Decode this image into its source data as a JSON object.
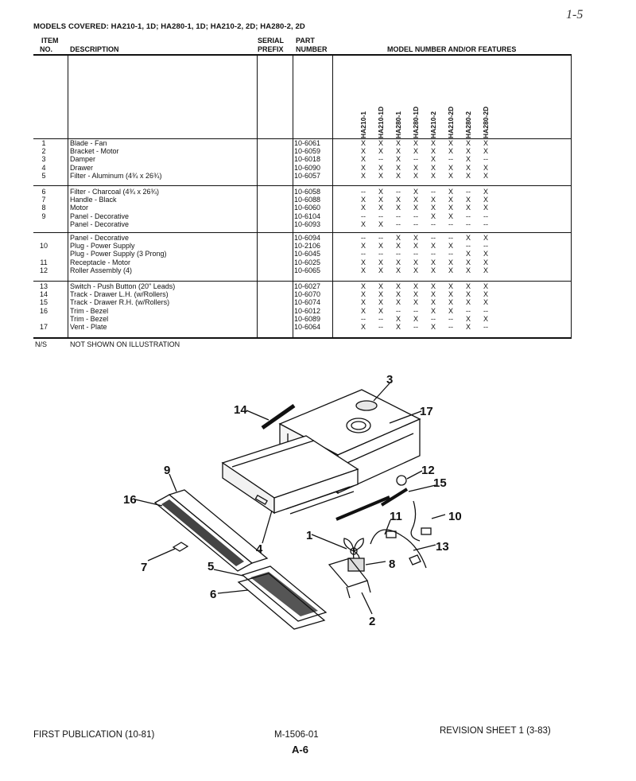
{
  "corner_note": "1-5",
  "models_covered": "MODELS COVERED: HA210-1, 1D; HA280-1, 1D; HA210-2, 2D; HA280-2, 2D",
  "headers": {
    "item": "ITEM",
    "no": "NO.",
    "description": "DESCRIPTION",
    "serial": "SERIAL",
    "prefix": "PREFIX",
    "part": "PART",
    "number": "NUMBER",
    "model": "MODEL NUMBER AND/OR FEATURES"
  },
  "models": [
    "HA210-1",
    "HA210-1D",
    "HA280-1",
    "HA280-1D",
    "HA210-2",
    "HA210-2D",
    "HA280-2",
    "HA280-2D"
  ],
  "rows": [
    {
      "no": "1",
      "desc": "Blade - Fan",
      "part": "10-6061",
      "marks": [
        "X",
        "X",
        "X",
        "X",
        "X",
        "X",
        "X",
        "X"
      ]
    },
    {
      "no": "2",
      "desc": "Bracket - Motor",
      "part": "10-6059",
      "marks": [
        "X",
        "X",
        "X",
        "X",
        "X",
        "X",
        "X",
        "X"
      ]
    },
    {
      "no": "3",
      "desc": "Damper",
      "part": "10-6018",
      "marks": [
        "X",
        "--",
        "X",
        "--",
        "X",
        "--",
        "X",
        "--"
      ]
    },
    {
      "no": "4",
      "desc": "Drawer",
      "part": "10-6090",
      "marks": [
        "X",
        "X",
        "X",
        "X",
        "X",
        "X",
        "X",
        "X"
      ]
    },
    {
      "no": "5",
      "desc": "Filter - Aluminum (4¾ x 26¾)",
      "part": "10-6057",
      "marks": [
        "X",
        "X",
        "X",
        "X",
        "X",
        "X",
        "X",
        "X"
      ]
    },
    {
      "no": "6",
      "desc": "Filter - Charcoal (4¾ x 26¾)",
      "part": "10-6058",
      "marks": [
        "--",
        "X",
        "--",
        "X",
        "--",
        "X",
        "--",
        "X"
      ]
    },
    {
      "no": "7",
      "desc": "Handle - Black",
      "part": "10-6088",
      "marks": [
        "X",
        "X",
        "X",
        "X",
        "X",
        "X",
        "X",
        "X"
      ]
    },
    {
      "no": "8",
      "desc": "Motor",
      "part": "10-6060",
      "marks": [
        "X",
        "X",
        "X",
        "X",
        "X",
        "X",
        "X",
        "X"
      ]
    },
    {
      "no": "9",
      "desc": "Panel - Decorative",
      "part": "10-6104",
      "marks": [
        "--",
        "--",
        "--",
        "--",
        "X",
        "X",
        "--",
        "--"
      ]
    },
    {
      "no": "",
      "desc": "Panel - Decorative",
      "part": "10-6093",
      "marks": [
        "X",
        "X",
        "--",
        "--",
        "--",
        "--",
        "--",
        "--"
      ]
    },
    {
      "no": "",
      "desc": "Panel - Decorative",
      "part": "10-6094",
      "marks": [
        "--",
        "--",
        "X",
        "X",
        "--",
        "--",
        "X",
        "X"
      ]
    },
    {
      "no": "10",
      "desc": "Plug - Power Supply",
      "part": "10-2106",
      "marks": [
        "X",
        "X",
        "X",
        "X",
        "X",
        "X",
        "--",
        "--"
      ]
    },
    {
      "no": "",
      "desc": "Plug - Power Supply (3 Prong)",
      "part": "10-6045",
      "marks": [
        "--",
        "--",
        "--",
        "--",
        "--",
        "--",
        "X",
        "X"
      ]
    },
    {
      "no": "11",
      "desc": "Receptacle - Motor",
      "part": "10-6025",
      "marks": [
        "X",
        "X",
        "X",
        "X",
        "X",
        "X",
        "X",
        "X"
      ]
    },
    {
      "no": "12",
      "desc": "Roller Assembly (4)",
      "part": "10-6065",
      "marks": [
        "X",
        "X",
        "X",
        "X",
        "X",
        "X",
        "X",
        "X"
      ]
    },
    {
      "no": "13",
      "desc": "Switch - Push Button (20\" Leads)",
      "part": "10-6027",
      "marks": [
        "X",
        "X",
        "X",
        "X",
        "X",
        "X",
        "X",
        "X"
      ]
    },
    {
      "no": "14",
      "desc": "Track - Drawer L.H. (w/Rollers)",
      "part": "10-6070",
      "marks": [
        "X",
        "X",
        "X",
        "X",
        "X",
        "X",
        "X",
        "X"
      ]
    },
    {
      "no": "15",
      "desc": "Track - Drawer R.H. (w/Rollers)",
      "part": "10-6074",
      "marks": [
        "X",
        "X",
        "X",
        "X",
        "X",
        "X",
        "X",
        "X"
      ]
    },
    {
      "no": "16",
      "desc": "Trim - Bezel",
      "part": "10-6012",
      "marks": [
        "X",
        "X",
        "--",
        "--",
        "X",
        "X",
        "--",
        "--"
      ]
    },
    {
      "no": "",
      "desc": "Trim - Bezel",
      "part": "10-6089",
      "marks": [
        "--",
        "--",
        "X",
        "X",
        "--",
        "--",
        "X",
        "X"
      ]
    },
    {
      "no": "17",
      "desc": "Vent - Plate",
      "part": "10-6064",
      "marks": [
        "X",
        "--",
        "X",
        "--",
        "X",
        "--",
        "X",
        "--"
      ]
    }
  ],
  "ns_code": "N/S",
  "ns_text": "NOT SHOWN ON ILLUSTRATION",
  "callouts": [
    "1",
    "2",
    "3",
    "4",
    "5",
    "6",
    "7",
    "8",
    "9",
    "10",
    "11",
    "12",
    "13",
    "14",
    "15",
    "16",
    "17"
  ],
  "footer": {
    "left": "FIRST PUBLICATION (10-81)",
    "center": "M-1506-01",
    "right": "REVISION SHEET 1 (3-83)",
    "page": "A-6"
  }
}
